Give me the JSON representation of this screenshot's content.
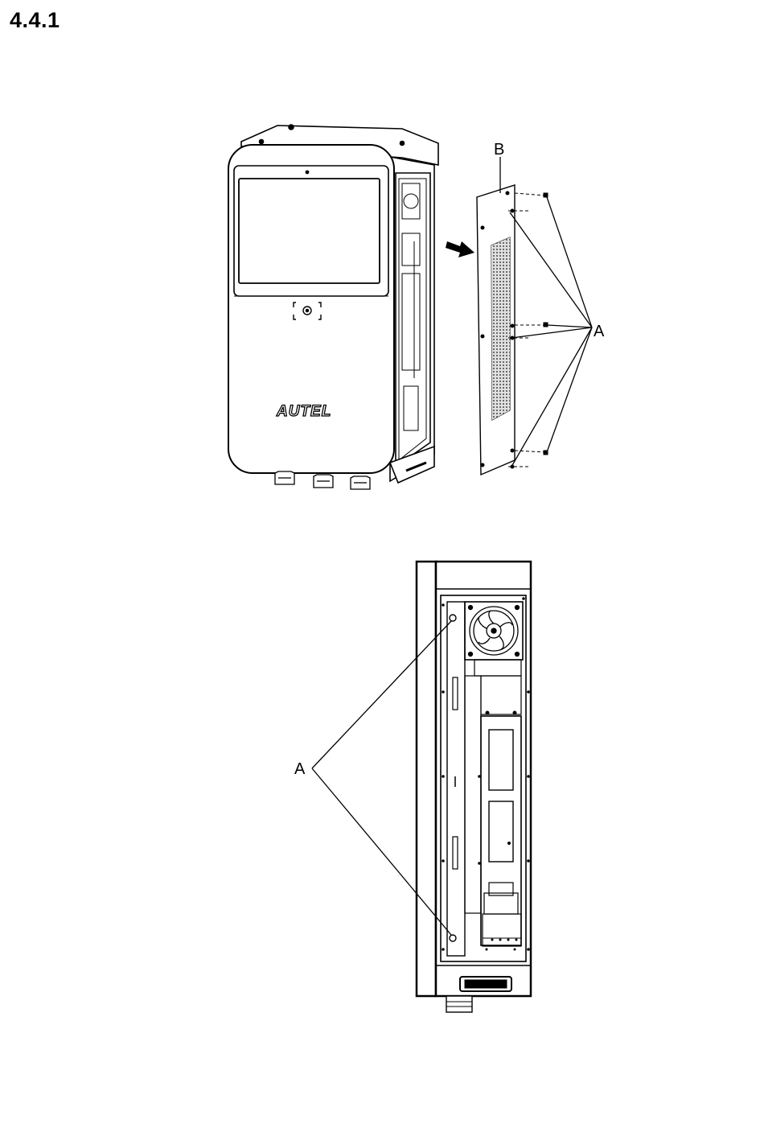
{
  "section": {
    "number": "4.4.1"
  },
  "figure_top": {
    "brand_logo": "AUTEL",
    "callouts": {
      "panel": "B",
      "screws": "A"
    },
    "icons": {
      "arrow": "arrow-right-icon",
      "rfid": "rfid-icon"
    }
  },
  "figure_bottom": {
    "callouts": {
      "screws": "A"
    },
    "icons": {
      "fan": "fan-icon"
    }
  }
}
